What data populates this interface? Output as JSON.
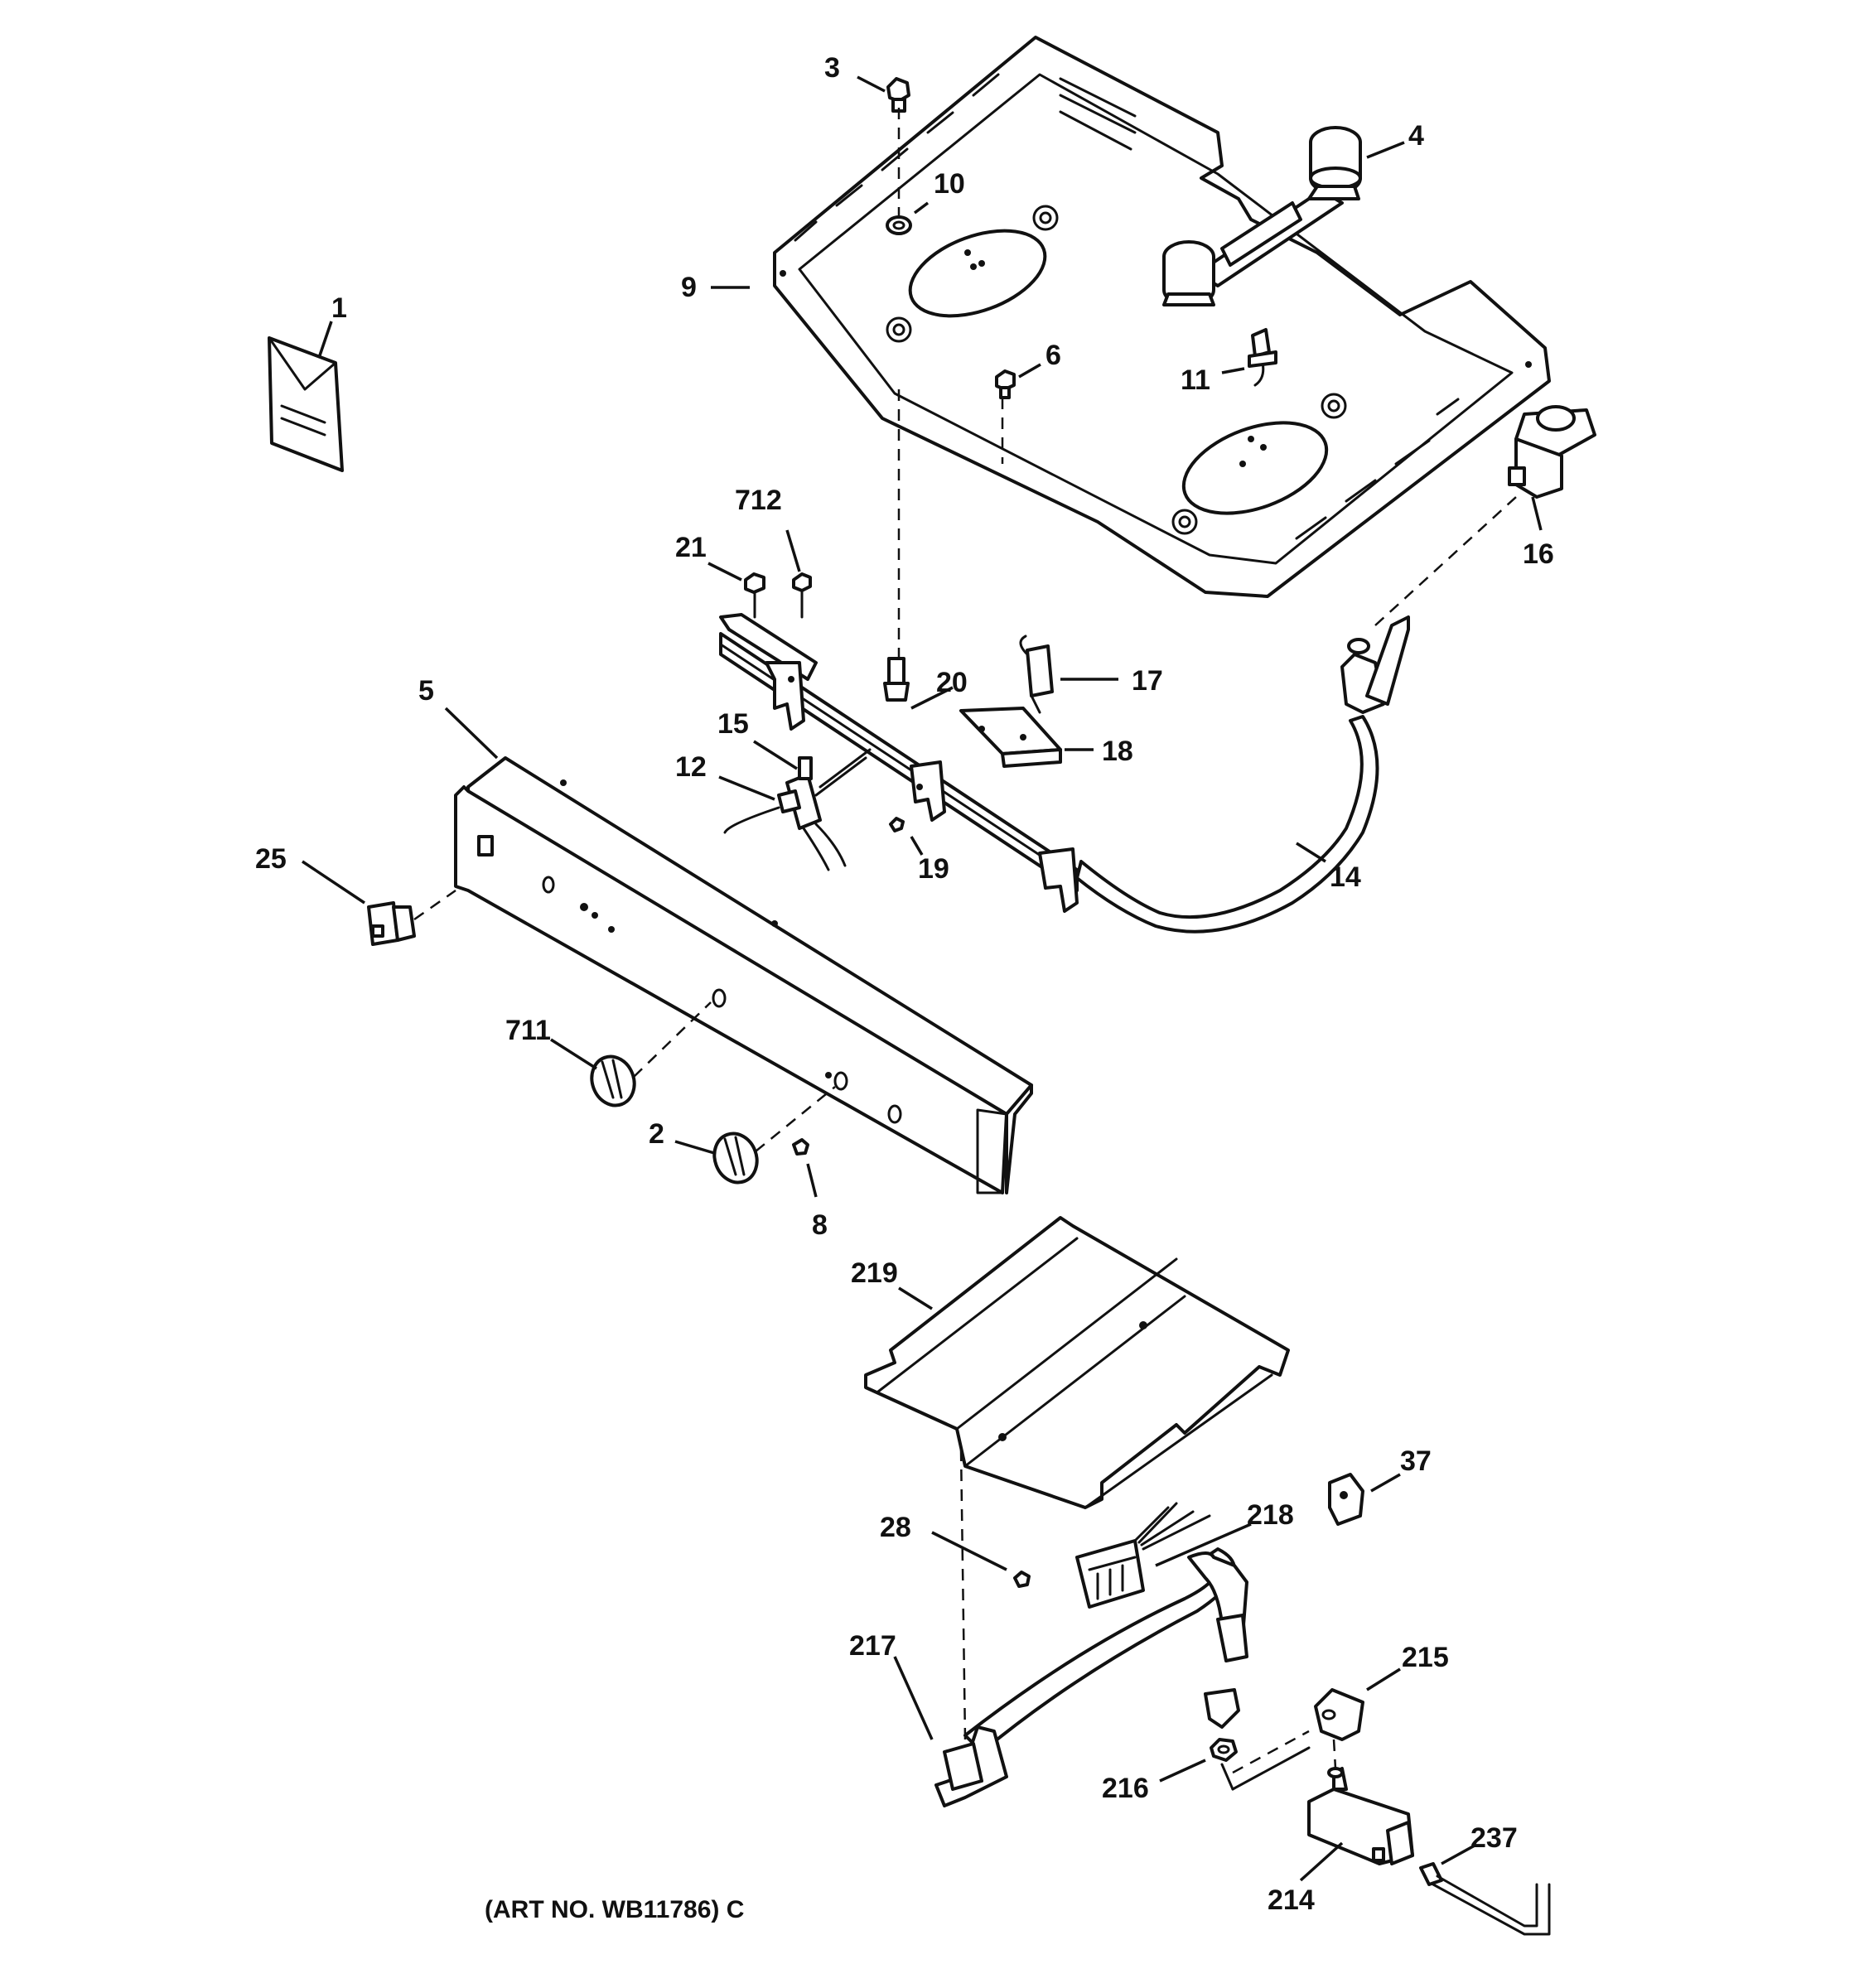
{
  "diagram": {
    "art_number": "(ART NO. WB11786) C",
    "callouts": {
      "c1": "1",
      "c2": "2",
      "c3": "3",
      "c4": "4",
      "c5": "5",
      "c6": "6",
      "c8": "8",
      "c9": "9",
      "c10": "10",
      "c11": "11",
      "c12": "12",
      "c14": "14",
      "c15": "15",
      "c16": "16",
      "c17": "17",
      "c18": "18",
      "c19": "19",
      "c20": "20",
      "c21": "21",
      "c25": "25",
      "c28": "28",
      "c37": "37",
      "c214": "214",
      "c215": "215",
      "c216": "216",
      "c217": "217",
      "c218": "218",
      "c219": "219",
      "c237": "237",
      "c711": "711",
      "c712": "712"
    }
  }
}
